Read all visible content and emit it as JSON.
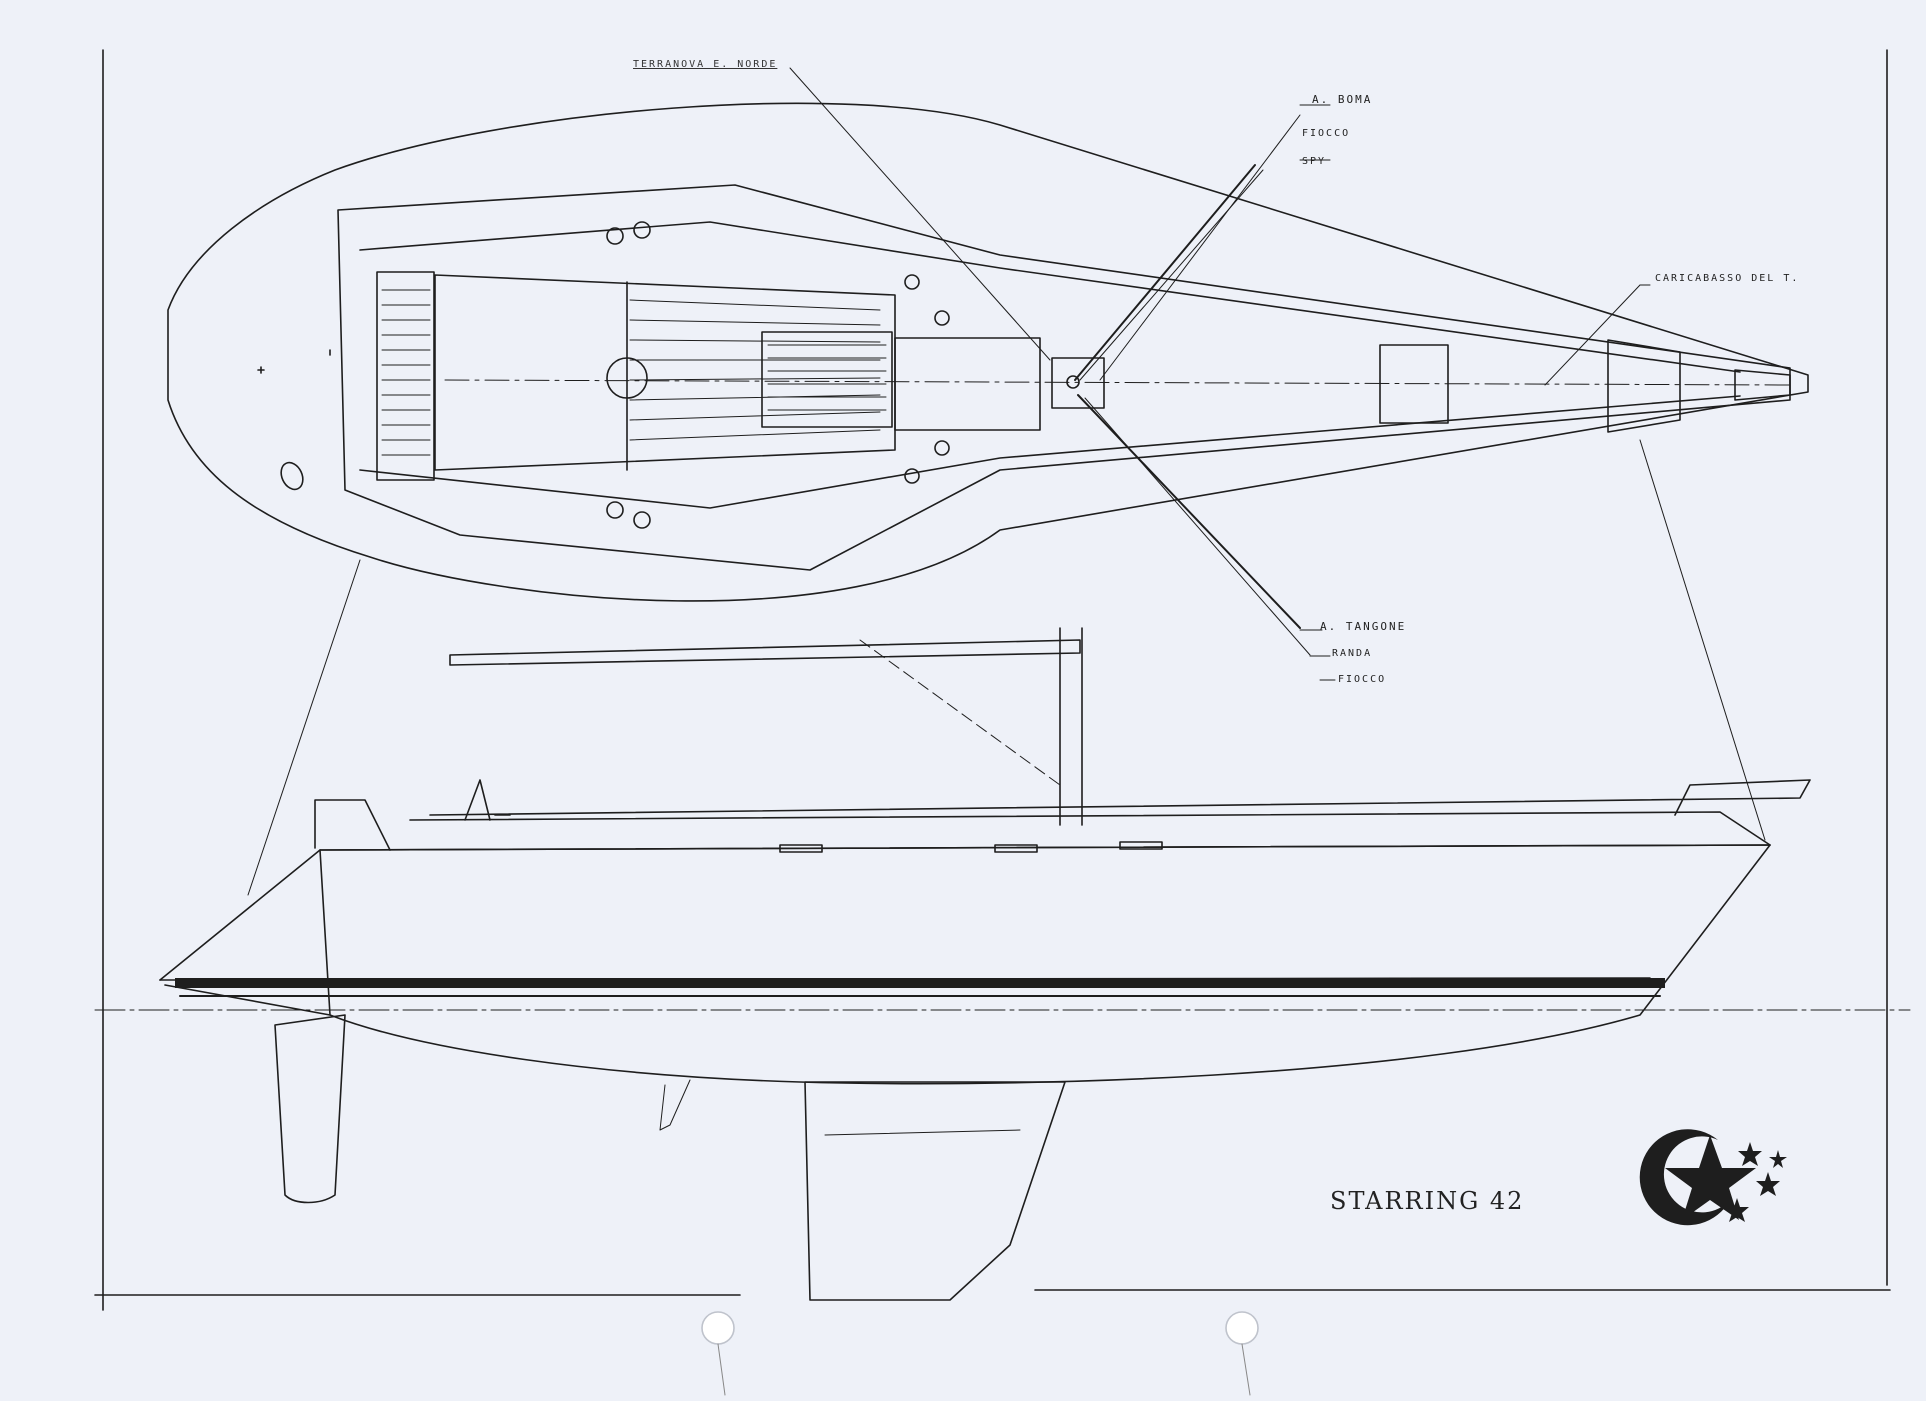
{
  "header": {
    "caption": "TERRANOVA E. NORDE"
  },
  "callouts": {
    "a_boma": "A. BOMA",
    "fiocco_top": "FIOCCO",
    "spy": "SPY",
    "caricabasso": "CARICABASSO DEL T.",
    "a_tangone": "A. TANGONE",
    "randa": "RANDA",
    "fiocco_bottom": "FIOCCO"
  },
  "title": {
    "model": "STARRING 42"
  },
  "logo": {
    "icon": "star-crescent-logo-icon"
  },
  "colors": {
    "ink": "#1e1e1e",
    "paper": "#eef1f8"
  }
}
